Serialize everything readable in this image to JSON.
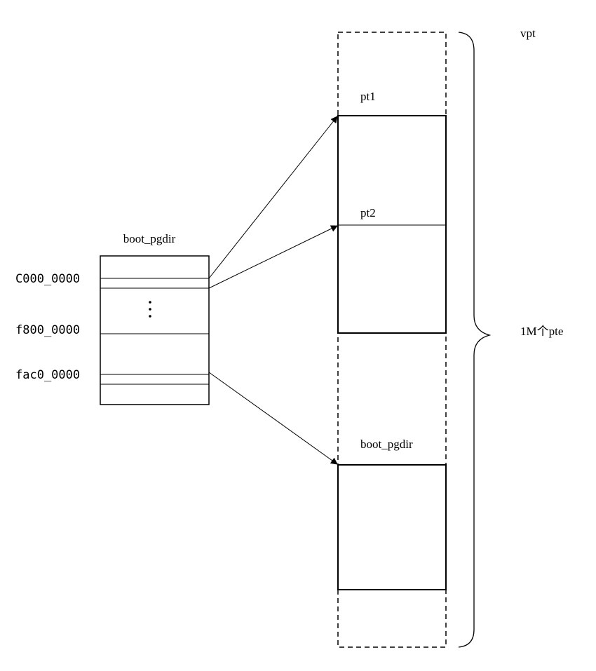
{
  "left_table": {
    "title": "boot_pgdir",
    "ellipsis": "⋮",
    "address_labels": [
      "C000_0000",
      "f800_0000",
      "fac0_0000"
    ]
  },
  "right_column": {
    "top_label": "vpt",
    "brace_label": "1M个pte",
    "blocks": [
      {
        "label": "pt1"
      },
      {
        "label": "pt2"
      },
      {
        "label": "boot_pgdir"
      }
    ]
  }
}
